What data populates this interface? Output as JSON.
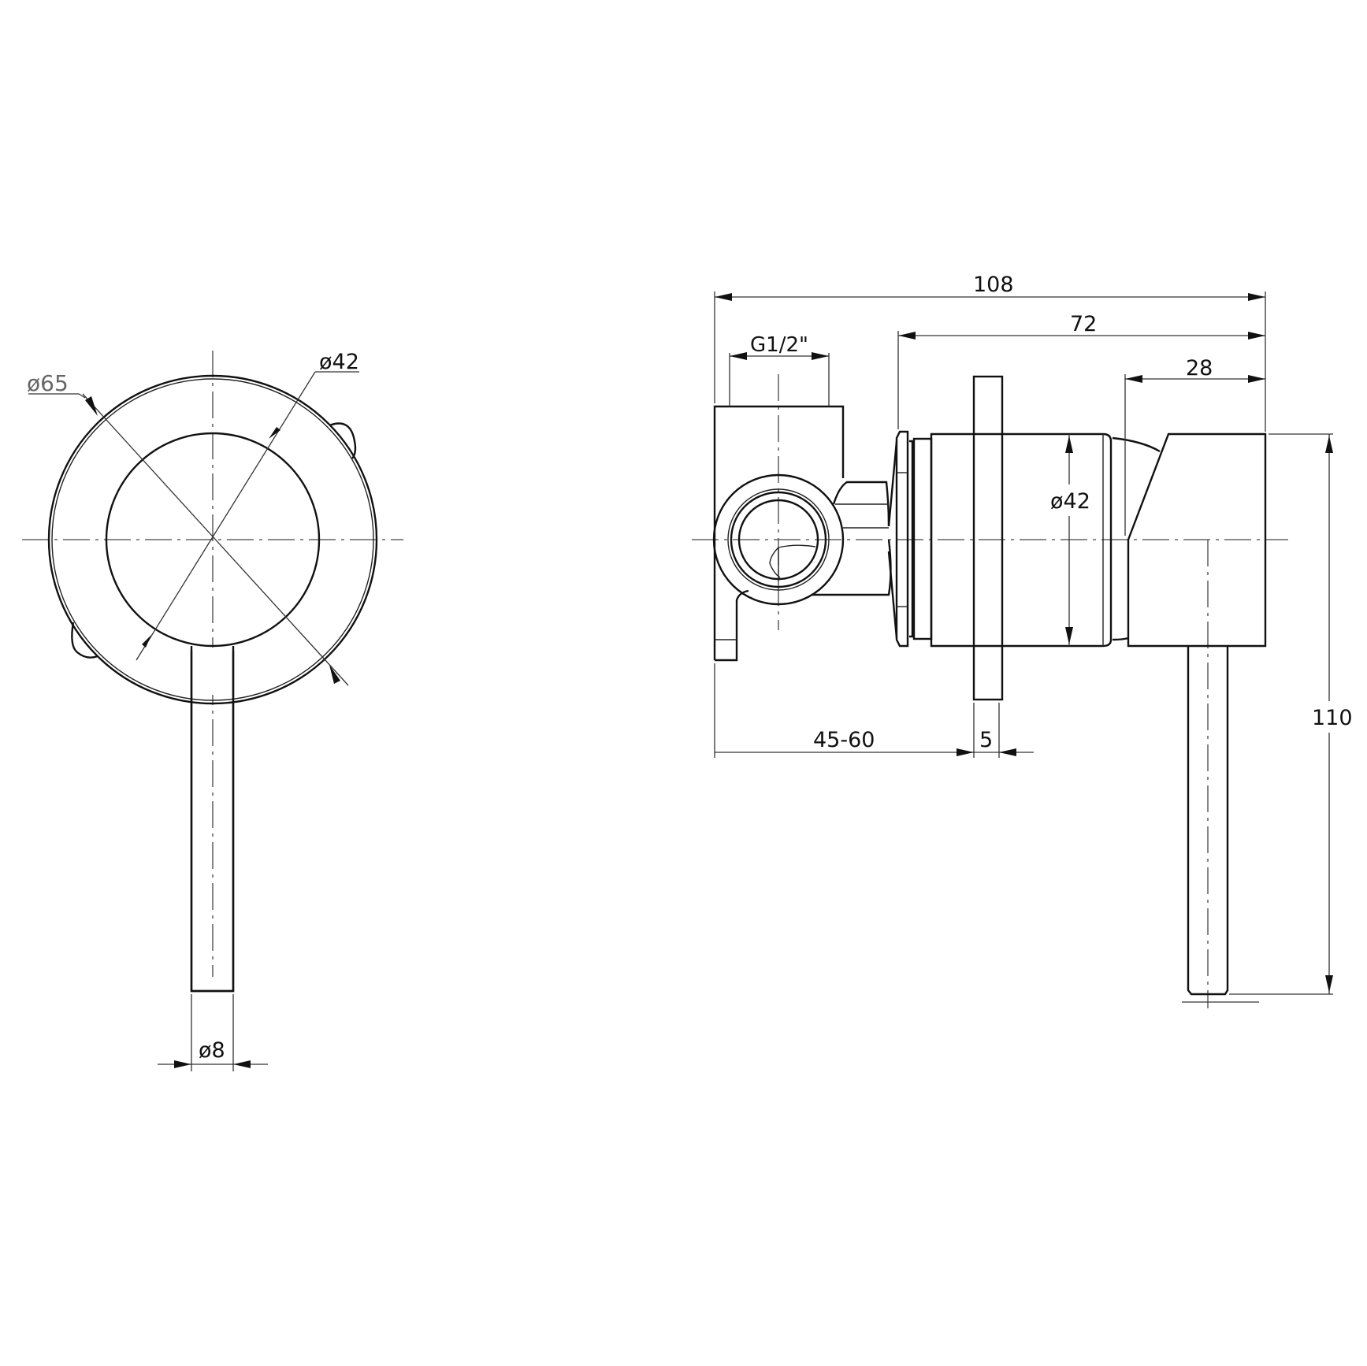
{
  "drawing": {
    "type": "technical-dimension-drawing",
    "subject": "wall mixer with lever handle",
    "units": "mm",
    "views": [
      {
        "name": "front-view",
        "dimensions": {
          "cover_plate_diameter": "ø65",
          "body_diameter": "ø42",
          "handle_diameter": "ø8"
        }
      },
      {
        "name": "side-view",
        "dimensions": {
          "overall_depth": "108",
          "projection_from_wall": "72",
          "handle_body_depth": "28",
          "inlet_thread": "G1/2\"",
          "body_diameter": "ø42",
          "wall_recess_range": "45-60",
          "plate_thickness": "5",
          "overall_height": "110"
        }
      }
    ]
  },
  "labels": {
    "front": {
      "d65": "ø65",
      "d42": "ø42",
      "d8": "ø8"
    },
    "side": {
      "d108": "108",
      "d72": "72",
      "d28": "28",
      "g12": "G1/2\"",
      "d42": "ø42",
      "d4560": "45-60",
      "d5": "5",
      "d110": "110"
    }
  }
}
